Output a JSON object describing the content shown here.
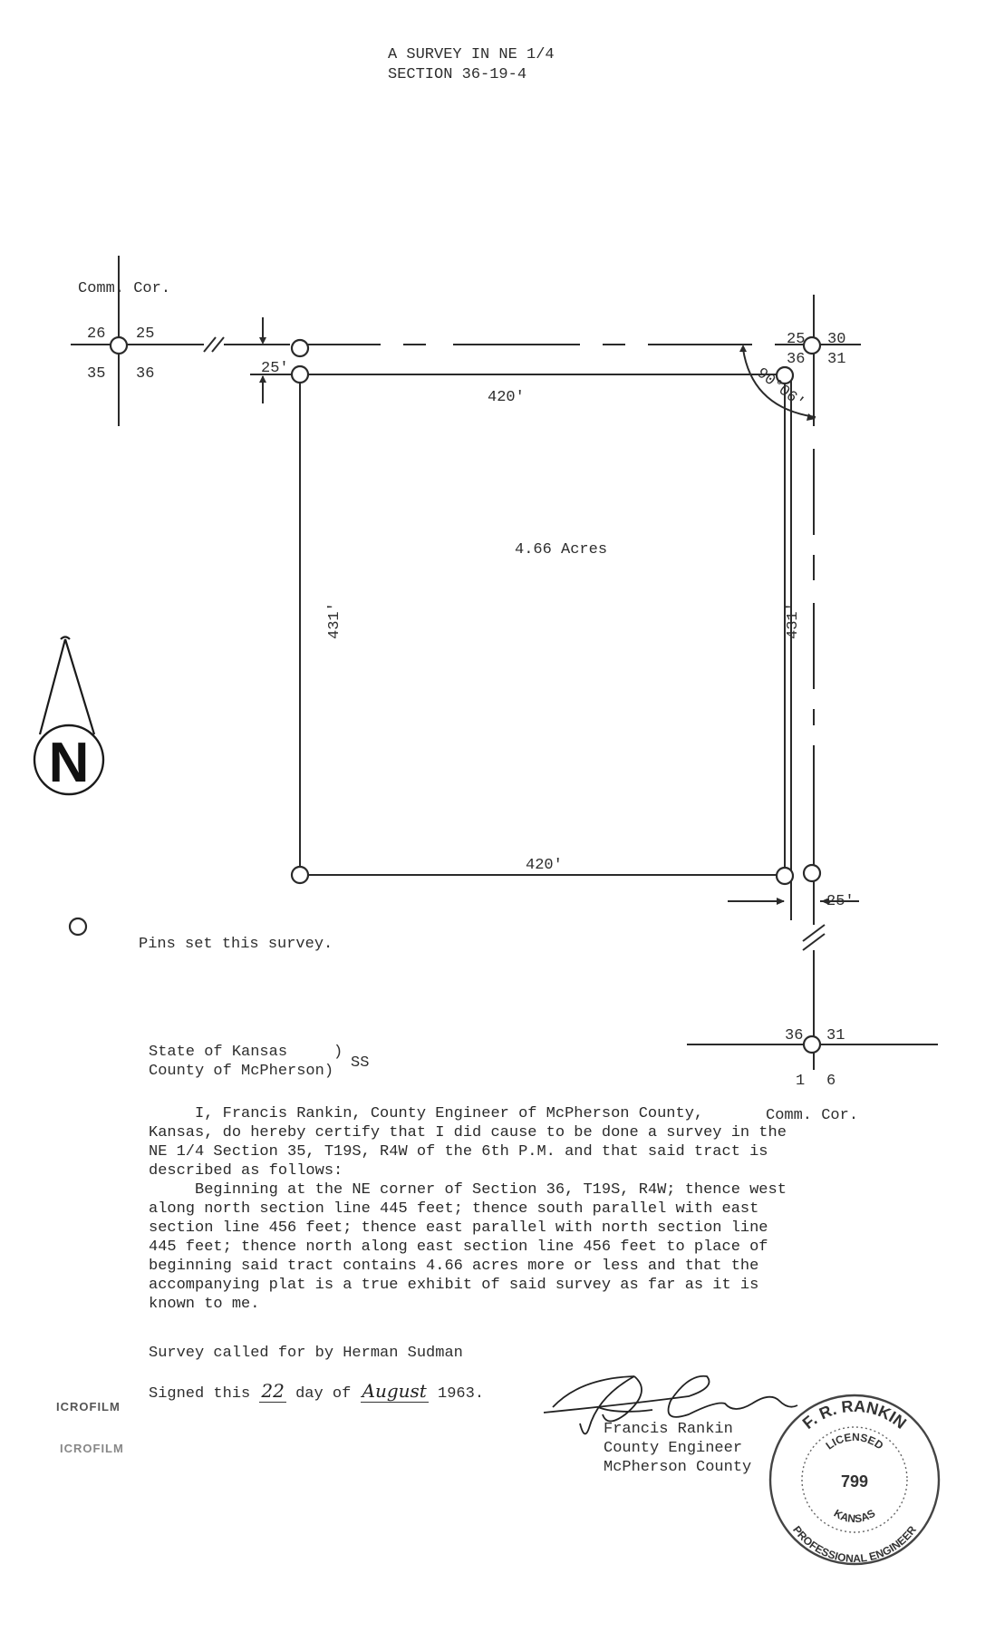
{
  "header": {
    "line1": "A SURVEY IN NE 1/4",
    "line2": "SECTION 36-19-4"
  },
  "plat": {
    "left_corner_label": "Comm. Cor.",
    "left_corner_sections": {
      "nw": "26",
      "ne": "25",
      "sw": "35",
      "se": "36"
    },
    "right_top_sections": {
      "nw": "25",
      "ne": "30",
      "sw": "36",
      "se": "31"
    },
    "bottom_corner_sections": {
      "nw": "36",
      "ne": "31",
      "sw": "1",
      "se": "6"
    },
    "bottom_corner_label": "Comm. Cor.",
    "north_offset": "25'",
    "east_offset": "25'",
    "top_length": "420'",
    "bottom_length": "420'",
    "left_length": "431'",
    "right_length": "431'",
    "angle": "90°06'",
    "area": "4.66 Acres",
    "north_arrow": "N",
    "legend_text": "Pins set this survey."
  },
  "certificate": {
    "state_line": "State of Kansas     )",
    "county_line": "County of McPherson)",
    "ss": "SS",
    "lines": [
      "     I, Francis Rankin, County Engineer of McPherson County,",
      "Kansas, do hereby certify that I did cause to be done a survey in the",
      "NE 1/4 Section 35, T19S, R4W of the 6th P.M. and that said tract is",
      "described as follows:",
      "     Beginning at the NE corner of Section 36, T19S, R4W; thence west",
      "along north section line 445 feet; thence south parallel with east",
      "section line 456 feet; thence east parallel with north section line",
      "445 feet; thence north along east section line 456 feet to place of",
      "beginning said tract contains 4.66 acres more or less and that the",
      "accompanying plat is a true exhibit of said survey as far as it is",
      "known to me."
    ],
    "called_for": "Survey called for by Herman Sudman",
    "signed_prefix": "Signed this",
    "signed_day": "22",
    "signed_mid": "day of",
    "signed_month": "August",
    "signed_year": "1963."
  },
  "signature_block": {
    "name": "Francis Rankin",
    "title": "County Engineer",
    "county": "McPherson County"
  },
  "seal": {
    "name": "F. R. RANKIN",
    "licensed": "LICENSED",
    "number": "799",
    "state": "KANSAS",
    "profession": "PROFESSIONAL ENGINEER"
  },
  "microfilm_stamp_1": "ICROFILM",
  "microfilm_stamp_2": "ICROFILM"
}
